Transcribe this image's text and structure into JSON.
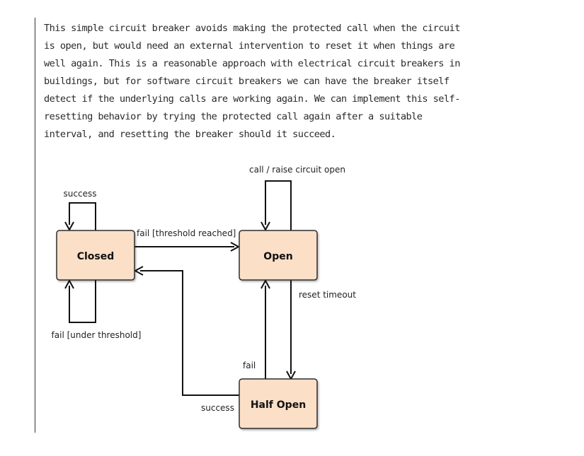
{
  "text": {
    "lines": [
      "This simple circuit breaker avoids making the protected call when the circuit",
      "is open, but would need an external intervention to reset it when things are",
      "well again. This is a reasonable approach with electrical circuit breakers in",
      "buildings, but for software circuit breakers we can have the breaker itself",
      "detect if the underlying calls are working again. We can implement this self-",
      "resetting behavior by trying the protected call again after a suitable",
      "interval, and resetting the breaker should it succeed."
    ]
  },
  "diagram": {
    "states": {
      "closed": "Closed",
      "open": "Open",
      "half_open": "Half Open"
    },
    "transitions": {
      "closed_self_success": "success",
      "closed_to_open": "fail [threshold reached]",
      "closed_self_fail": "fail [under threshold]",
      "open_self": "call / raise circuit open",
      "open_to_half_open": "reset timeout",
      "half_open_to_open": "fail",
      "half_open_to_closed": "success"
    },
    "colors": {
      "state_fill": "#fbdfc7",
      "stroke": "#111111"
    }
  }
}
